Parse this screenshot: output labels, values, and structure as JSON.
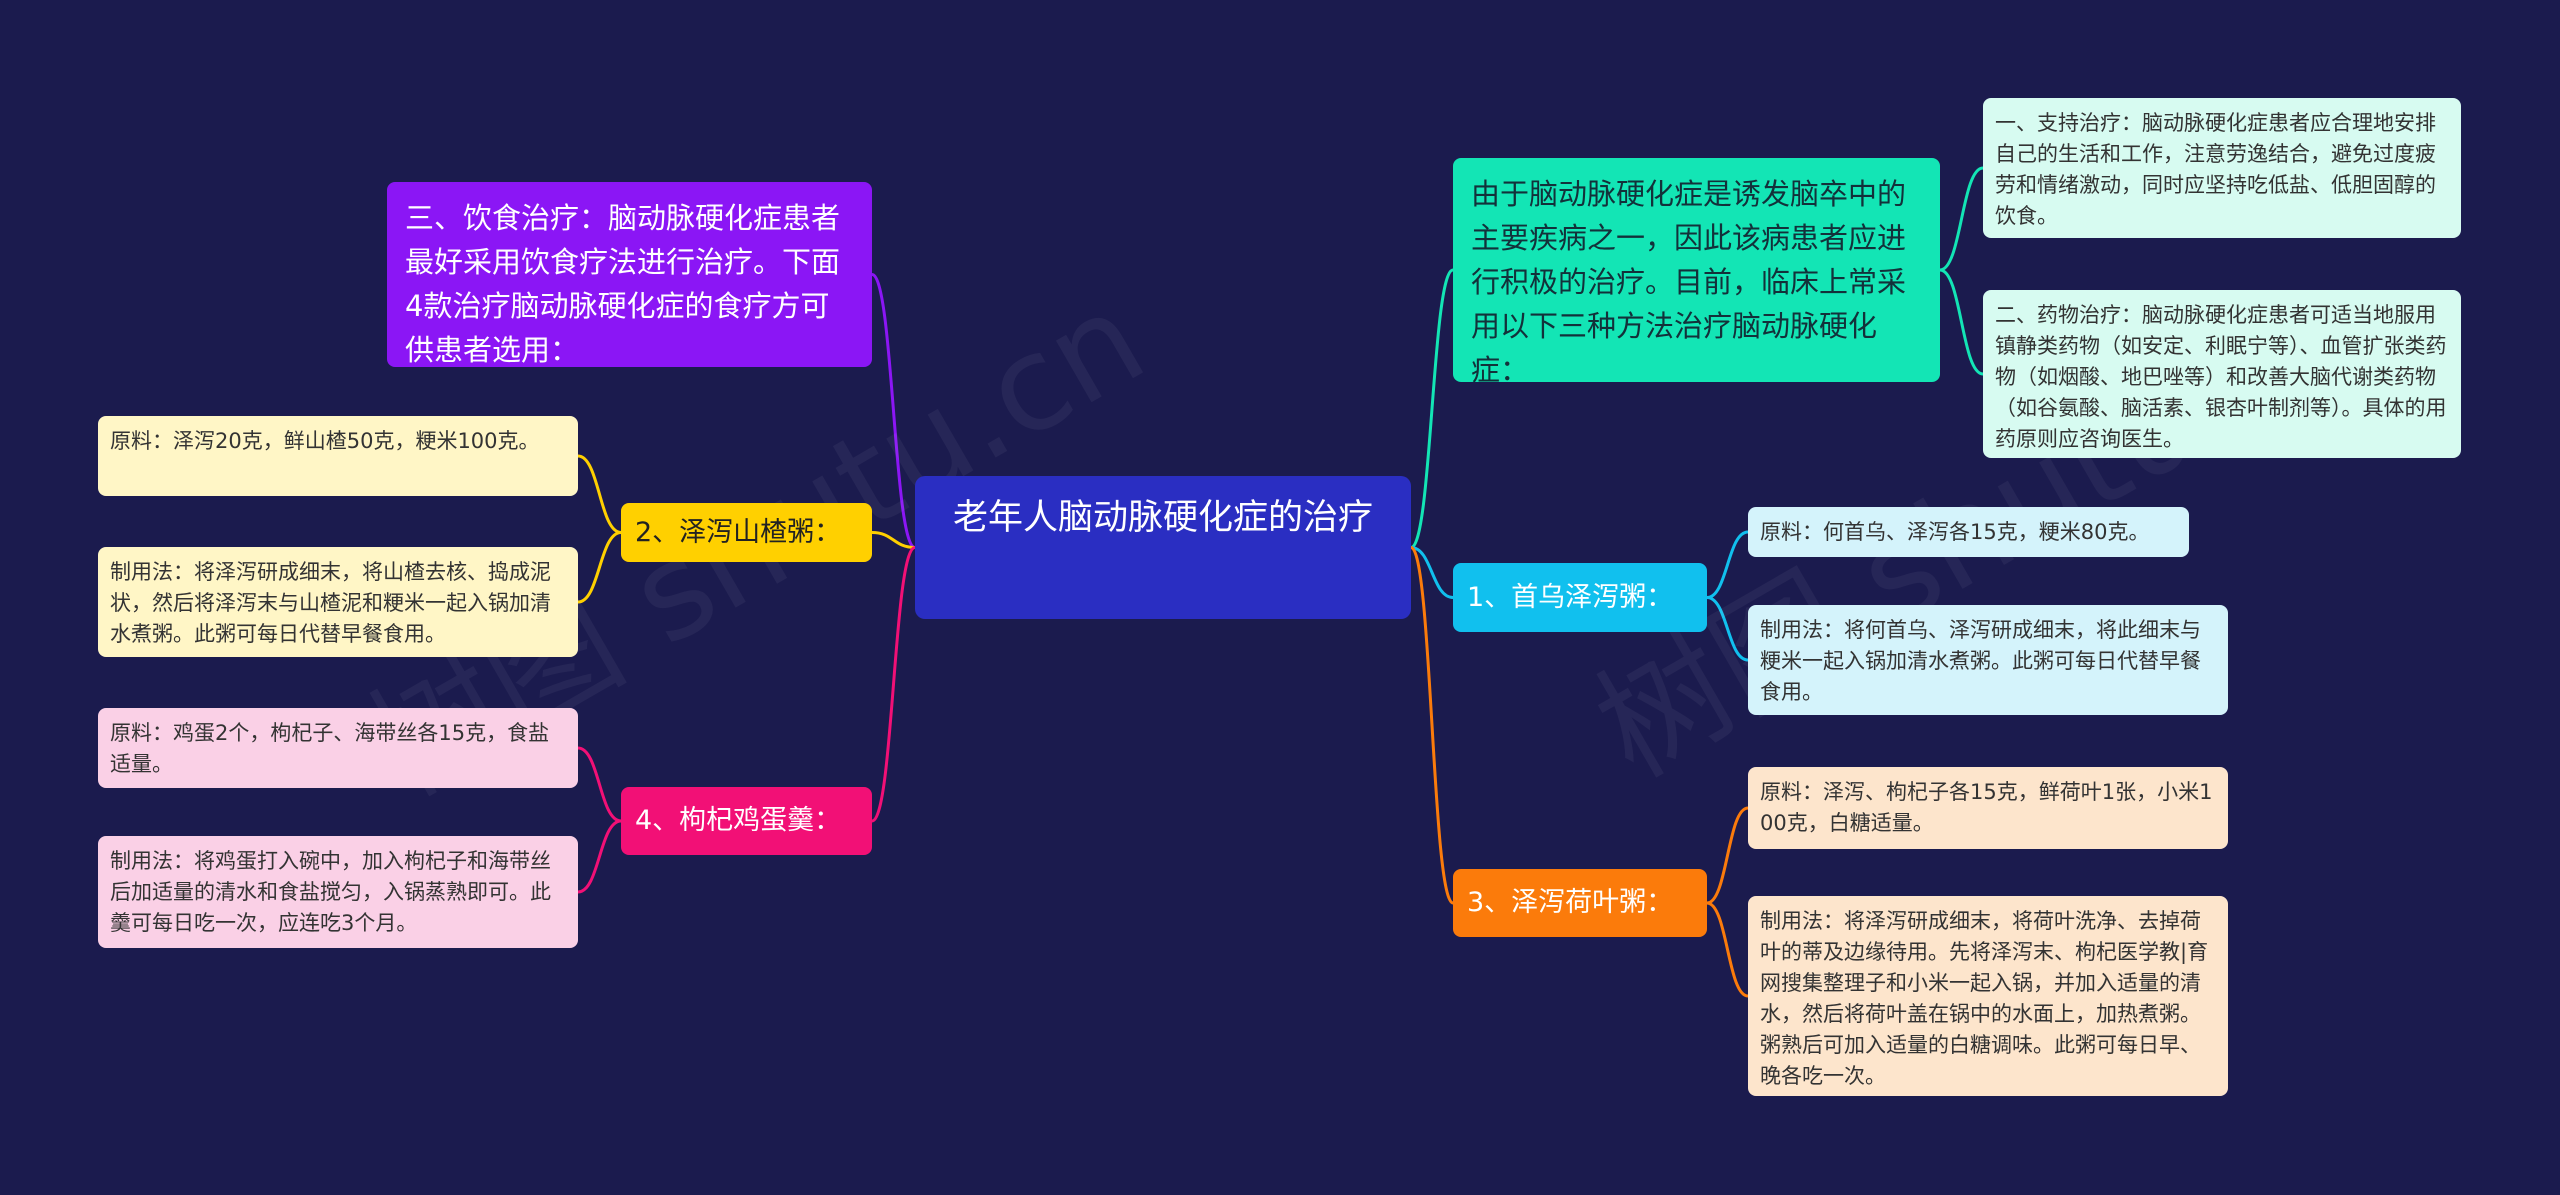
{
  "colors": {
    "background": "#1b1b4e",
    "root": "#2a2ec2",
    "purple": "#8b16f5",
    "yellow": "#ffd000",
    "pink": "#f21076",
    "teal": "#13e5b5",
    "cyan": "#11c0ee",
    "orange": "#fb7b0b"
  },
  "root": {
    "title": "老年人脑动脉硬化症的治疗"
  },
  "left": {
    "diet": {
      "text": "三、饮食治疗：脑动脉硬化症患者最好采用饮食疗法进行治疗。下面4款治疗脑动脉硬化症的食疗方可供患者选用："
    },
    "shanzha": {
      "label": "2、泽泻山楂粥：",
      "leaves": [
        "原料：泽泻20克，鲜山楂50克，粳米100克。",
        "制用法：将泽泻研成细末，将山楂去核、捣成泥状，然后将泽泻末与山楂泥和粳米一起入锅加清水煮粥。此粥可每日代替早餐食用。"
      ]
    },
    "jidan": {
      "label": "4、枸杞鸡蛋羹：",
      "leaves": [
        "原料：鸡蛋2个，枸杞子、海带丝各15克，食盐适量。",
        "制用法：将鸡蛋打入碗中，加入枸杞子和海带丝后加适量的清水和食盐搅匀，入锅蒸熟即可。此羹可每日吃一次，应连吃3个月。"
      ]
    }
  },
  "right": {
    "intro": {
      "text": "由于脑动脉硬化症是诱发脑卒中的主要疾病之一，因此该病患者应进行积极的治疗。目前，临床上常采用以下三种方法治疗脑动脉硬化症：",
      "leaves": [
        "一、支持治疗：脑动脉硬化症患者应合理地安排自己的生活和工作，注意劳逸结合，避免过度疲劳和情绪激动，同时应坚持吃低盐、低胆固醇的饮食。",
        "二、药物治疗：脑动脉硬化症患者可适当地服用镇静类药物（如安定、利眠宁等）、血管扩张类药物（如烟酸、地巴唑等）和改善大脑代谢类药物（如谷氨酸、脑活素、银杏叶制剂等）。具体的用药原则应咨询医生。"
      ]
    },
    "shouwu": {
      "label": "1、首乌泽泻粥：",
      "leaves": [
        "原料：何首乌、泽泻各15克，粳米80克。",
        "制用法：将何首乌、泽泻研成细末，将此细末与粳米一起入锅加清水煮粥。此粥可每日代替早餐食用。"
      ]
    },
    "heye": {
      "label": "3、泽泻荷叶粥：",
      "leaves": [
        "原料：泽泻、枸杞子各15克，鲜荷叶1张，小米100克，白糖适量。",
        "制用法：将泽泻研成细末，将荷叶洗净、去掉荷叶的蒂及边缘待用。先将泽泻末、枸杞医学教|育网搜集整理子和小米一起入锅，并加入适量的清水，然后将荷叶盖在锅中的水面上，加热煮粥。粥熟后可加入适量的白糖调味。此粥可每日早、晚各吃一次。"
      ]
    }
  }
}
